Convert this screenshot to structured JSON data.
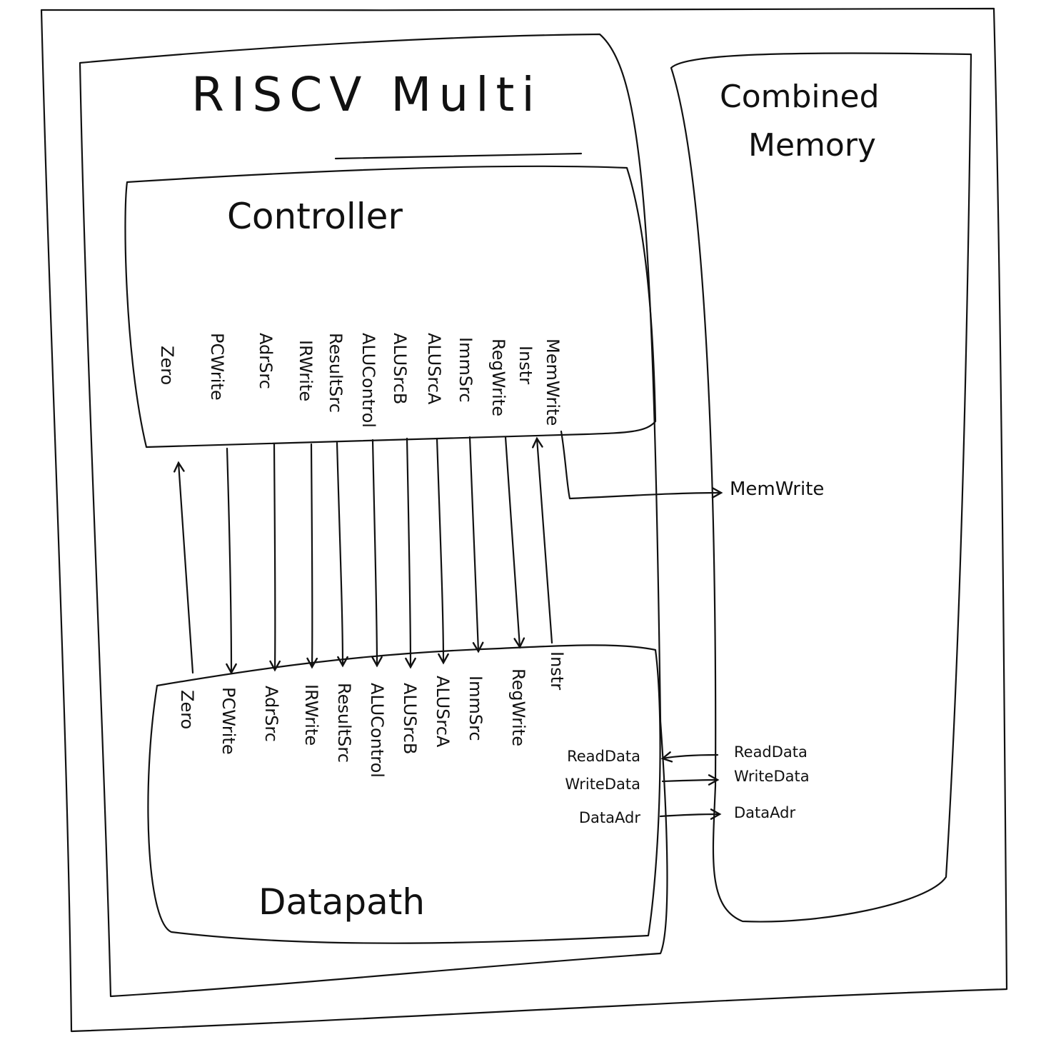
{
  "outer_box": {},
  "riscv_multi": {
    "label": "RISCV Multi"
  },
  "controller": {
    "label": "Controller",
    "signals": [
      "Zero",
      "PCWrite",
      "AdrSrc",
      "IRWrite",
      "ResultSrc",
      "ALUControl",
      "ALUSrcB",
      "ALUSrcA",
      "ImmSrc",
      "RegWrite",
      "Instr",
      "MemWrite"
    ]
  },
  "datapath": {
    "label": "Datapath",
    "signals": [
      "Zero",
      "PCWrite",
      "AdrSrc",
      "IRWrite",
      "ResultSrc",
      "ALUControl",
      "ALUSrcB",
      "ALUSrcA",
      "ImmSrc",
      "RegWrite",
      "Instr"
    ],
    "ports": [
      "ReadData",
      "WriteData",
      "DataAdr"
    ]
  },
  "memory": {
    "label_line1": "Combined",
    "label_line2": "Memory",
    "memwrite_label": "MemWrite",
    "ports": [
      "ReadData",
      "WriteData",
      "DataAdr"
    ]
  }
}
